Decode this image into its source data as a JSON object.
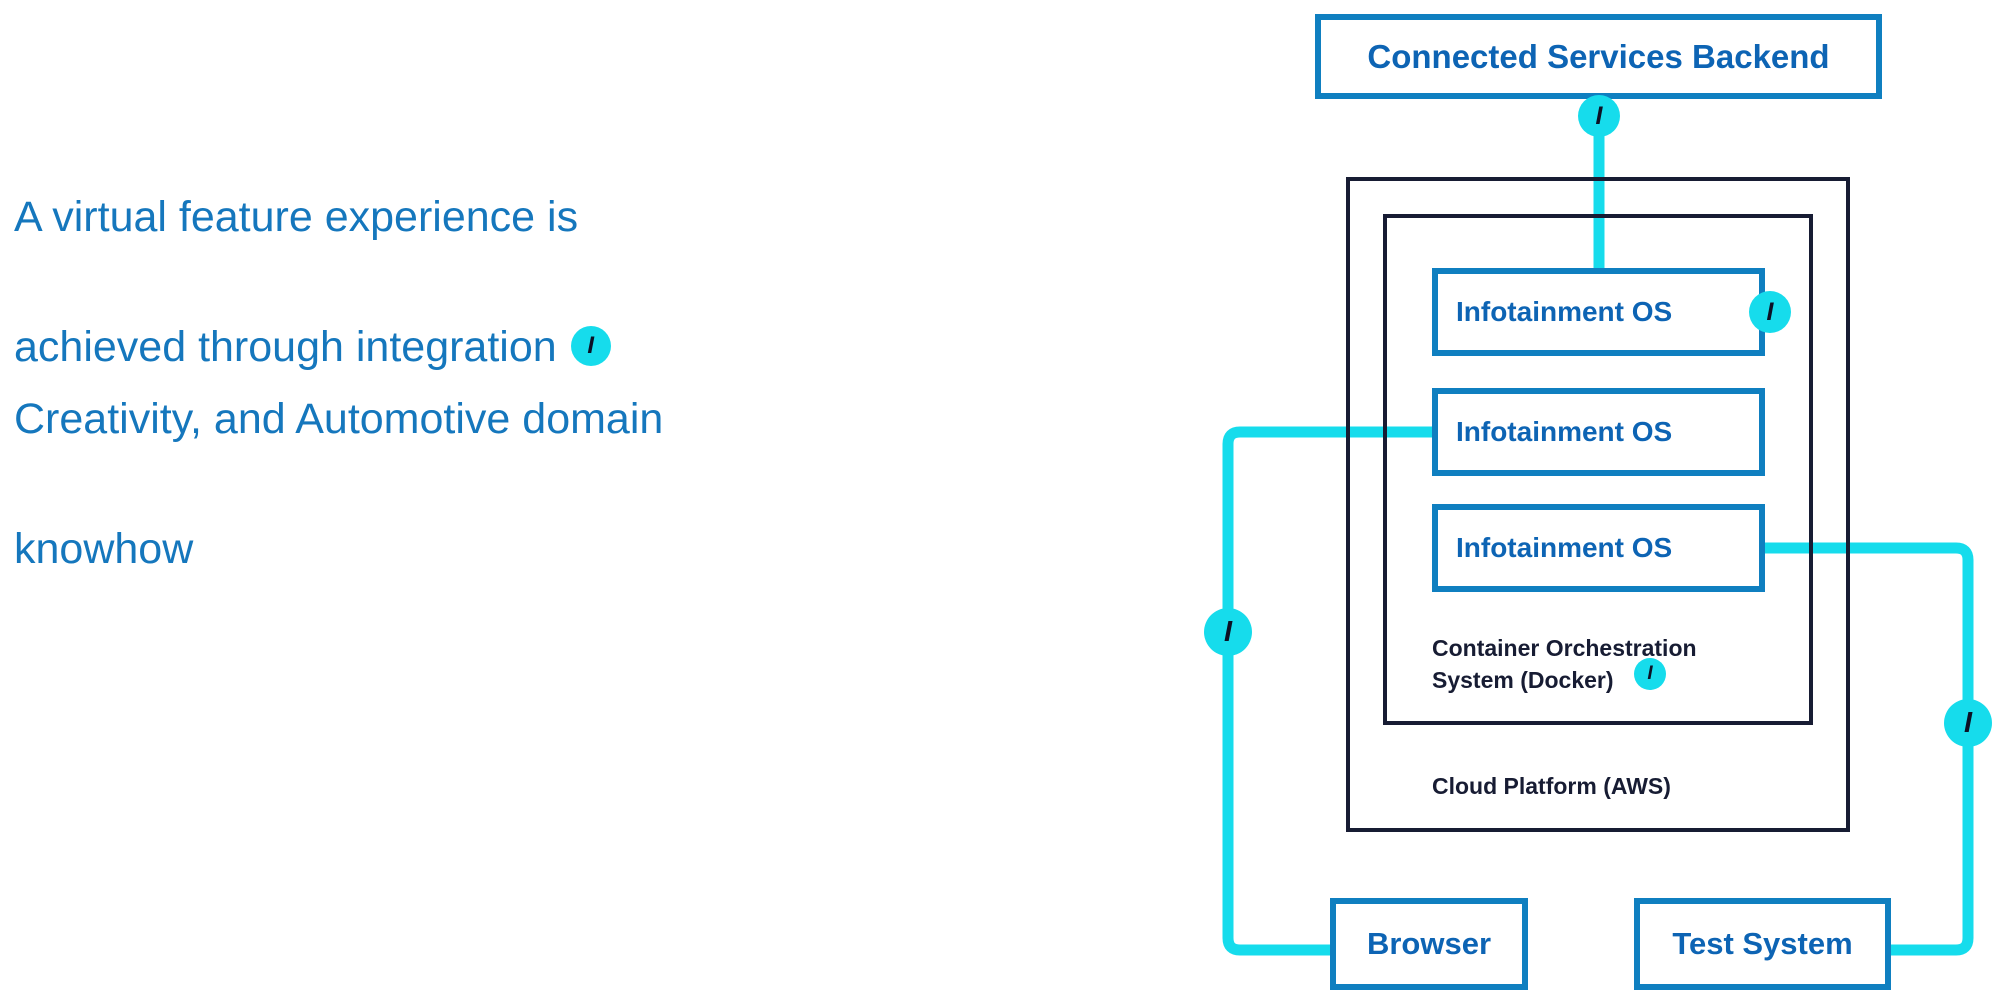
{
  "slide": {
    "background_color": "#ffffff",
    "accent_blue": "#1577bd",
    "box_blue": "#0f7fc0",
    "label_blue": "#0d64b4",
    "dark_outline": "#171c33",
    "connector_cyan": "#16dcec",
    "badge_glyph": "I",
    "badge_icon_name": "integration-badge-icon"
  },
  "narrative": {
    "paragraph_1_line_1": "A virtual feature experience is",
    "paragraph_1_line_2": "achieved through integration",
    "paragraph_1": "A virtual feature experience is\nachieved through integration",
    "paragraph_2": "Creativity, and Automotive domain\nknowhow",
    "paragraph_2_line_1": "Creativity, and Automotive domain",
    "paragraph_2_line_2": "knowhow",
    "inline_badge_glyph": "I"
  },
  "diagram": {
    "backend": {
      "label": "Connected Services Backend"
    },
    "cloud_platform": {
      "caption": "Cloud Platform (AWS)"
    },
    "container_system": {
      "caption_line_1": "Container Orchestration",
      "caption_line_2": "System (Docker)",
      "caption": "Container Orchestration\nSystem (Docker)",
      "badge_glyph": "I"
    },
    "os_instances": [
      {
        "label": "Infotainment OS",
        "badge_glyph": "I",
        "has_badge": true
      },
      {
        "label": "Infotainment OS",
        "badge_glyph": "",
        "has_badge": false
      },
      {
        "label": "Infotainment OS",
        "badge_glyph": "",
        "has_badge": false
      }
    ],
    "browser": {
      "label": "Browser"
    },
    "test_system": {
      "label": "Test System"
    },
    "connector_badges": {
      "backend_to_os": "I",
      "os_to_browser": "I",
      "os_to_test_system": "I"
    },
    "connections": [
      {
        "from": "Connected Services Backend",
        "to": "Infotainment OS",
        "badge": "I"
      },
      {
        "from": "Infotainment OS",
        "to": "Browser",
        "badge": "I"
      },
      {
        "from": "Infotainment OS",
        "to": "Test System",
        "badge": "I"
      }
    ]
  }
}
